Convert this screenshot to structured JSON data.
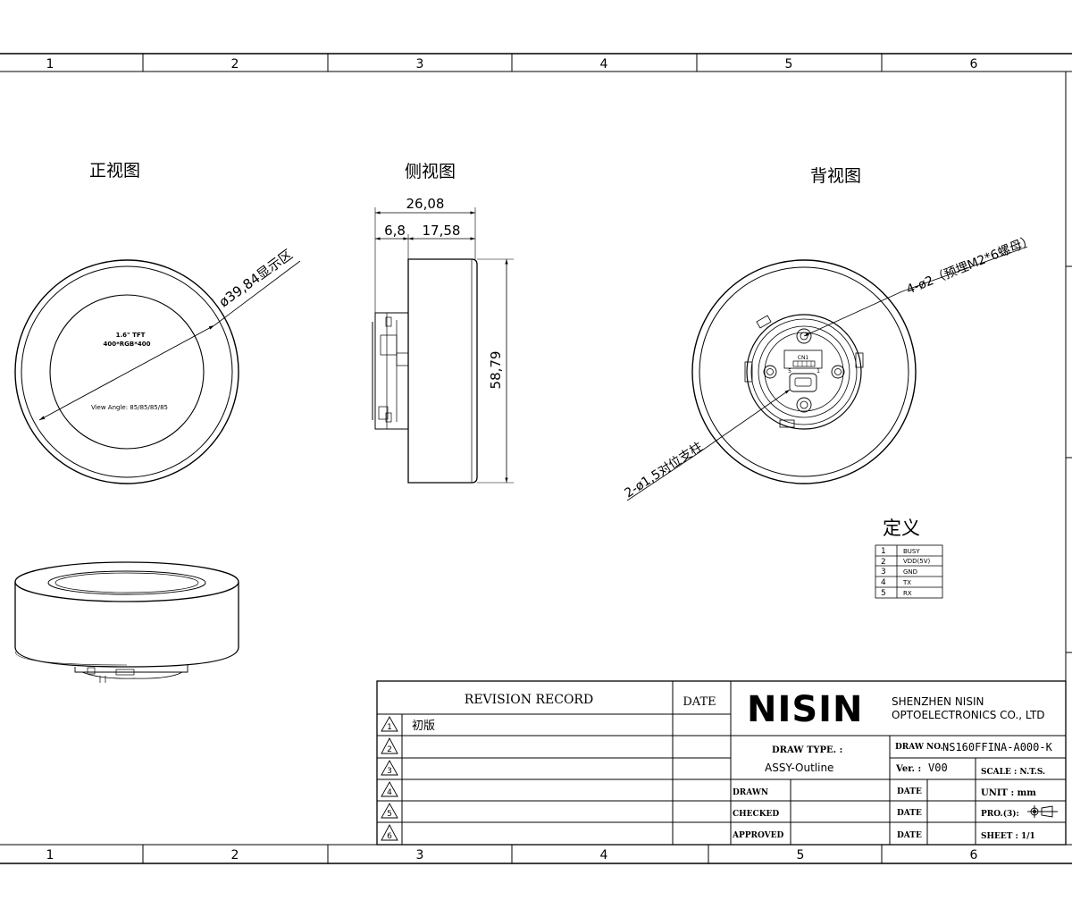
{
  "zone_numbers": [
    "1",
    "2",
    "3",
    "4",
    "5",
    "6"
  ],
  "views": {
    "front_title": "正视图",
    "side_title": "侧视图",
    "back_title": "背视图"
  },
  "front": {
    "diameter_label": "ø39,84显示区",
    "display_line1": "1.6\" TFT",
    "display_line2": "400*RGB*400",
    "view_angle": "View Angle: 85/85/85/85"
  },
  "side": {
    "dim_total": "26,08",
    "dim_left": "6,8",
    "dim_right": "17,58",
    "dim_height": "58,79"
  },
  "back": {
    "hole_label": "4-ø2（预埋M2*6螺母）",
    "post_label": "2-ø1,5对位支柱",
    "connector": "CN1",
    "pin_5": "5",
    "pin_1": "1"
  },
  "definition": {
    "title": "定义",
    "pins": [
      {
        "num": "1",
        "signal": "BUSY"
      },
      {
        "num": "2",
        "signal": "VDD(5V)"
      },
      {
        "num": "3",
        "signal": "GND"
      },
      {
        "num": "4",
        "signal": "TX"
      },
      {
        "num": "5",
        "signal": "RX"
      }
    ]
  },
  "revision": {
    "header": "REVISION  RECORD",
    "date_header": "DATE",
    "rows": [
      {
        "mark": "1",
        "text": "初版"
      },
      {
        "mark": "2",
        "text": ""
      },
      {
        "mark": "3",
        "text": ""
      },
      {
        "mark": "4",
        "text": ""
      },
      {
        "mark": "5",
        "text": ""
      },
      {
        "mark": "6",
        "text": ""
      }
    ]
  },
  "title_block": {
    "logo": "NISIN",
    "company_line1": "SHENZHEN NISIN",
    "company_line2": "OPTOELECTRONICS CO., LTD",
    "draw_type_label": "DRAW  TYPE.  :",
    "draw_type_value": "ASSY-Outline",
    "draw_no_label": "DRAW NO. :",
    "draw_no_value": "NS160FFINA-A000-K",
    "ver_label": "Ver. :",
    "ver_value": "V00",
    "scale_label": "SCALE : N.T.S.",
    "drawn": "DRAWN",
    "checked": "CHECKED",
    "approved": "APPROVED",
    "date": "DATE",
    "unit": "UNIT : mm",
    "proj": "PRO.(3):",
    "sheet": "SHEET :  1/1"
  }
}
